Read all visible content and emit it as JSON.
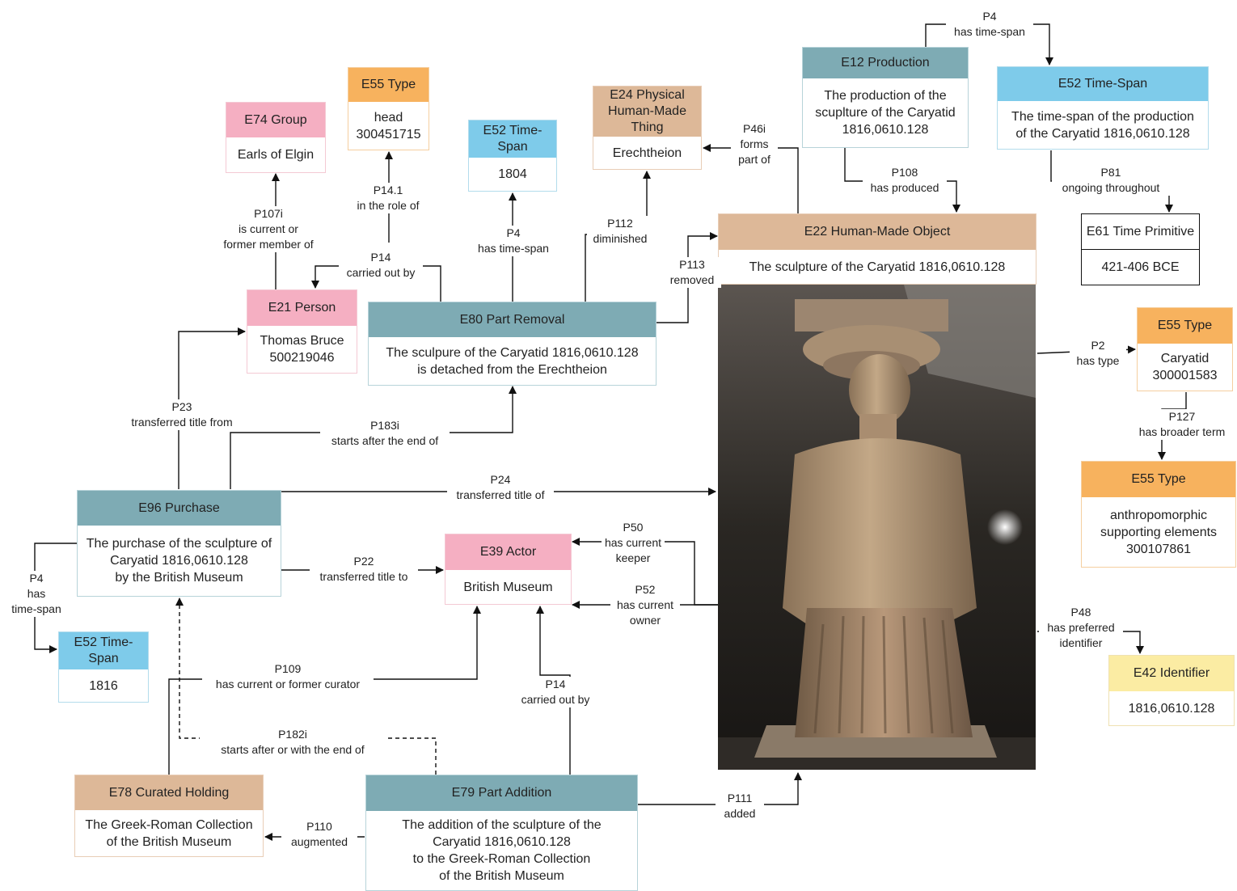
{
  "colors": {
    "teal": "#7eabb4",
    "tan": "#ddb898",
    "pink": "#f5afc2",
    "orange": "#f7b25e",
    "blue": "#7ecbea",
    "yellow": "#fbeca3",
    "white": "#ffffff"
  },
  "nodes": {
    "e74": {
      "type": "E74 Group",
      "text": "Earls of Elgin",
      "color": "pink"
    },
    "e55_head": {
      "type": "E55 Type",
      "text": "head\n300451715",
      "color": "orange"
    },
    "e52_1804": {
      "type": "E52 Time-\nSpan",
      "text": "1804",
      "color": "blue"
    },
    "e24": {
      "type": "E24 Physical\nHuman-Made\nThing",
      "text": "Erechtheion",
      "color": "tan"
    },
    "e12": {
      "type": "E12 Production",
      "text": "The production of  the\nscuplture of the Caryatid\n1816,0610.128",
      "color": "teal"
    },
    "e52_prod": {
      "type": "E52 Time-Span",
      "text": "The time-span of the production\nof the Caryatid 1816,0610.128",
      "color": "blue"
    },
    "e61": {
      "type": "E61 Time\nPrimitive",
      "text": "421-406 BCE",
      "color": "white"
    },
    "e22": {
      "type": "E22 Human-Made Object",
      "text": "The sculpture of the Caryatid 1816,0610.128",
      "color": "tan"
    },
    "e21": {
      "type": "E21 Person",
      "text": "Thomas Bruce\n500219046",
      "color": "pink"
    },
    "e80": {
      "type": "E80 Part Removal",
      "text": "The sculpure of the Caryatid 1816,0610.128\nis detached from the Erechtheion",
      "color": "teal"
    },
    "e55_caryatid": {
      "type": "E55 Type",
      "text": "Caryatid\n300001583",
      "color": "orange"
    },
    "e55_anthro": {
      "type": "E55 Type",
      "text": "anthropomorphic\nsupporting elements\n300107861",
      "color": "orange"
    },
    "e96": {
      "type": "E96 Purchase",
      "text": "The purchase of the sculpture of\nCaryatid 1816,0610.128\nby the British Museum",
      "color": "teal"
    },
    "e39": {
      "type": "E39 Actor",
      "text": "British Museum",
      "color": "pink"
    },
    "e52_1816": {
      "type": "E52 Time-\nSpan",
      "text": "1816",
      "color": "blue"
    },
    "e42": {
      "type": "E42 Identifier",
      "text": "1816,0610.128",
      "color": "yellow"
    },
    "e78": {
      "type": "E78 Curated Holding",
      "text": "The Greek-Roman Collection\nof the British Museum",
      "color": "tan"
    },
    "e79": {
      "type": "E79 Part Addition",
      "text": "The addition of the sculpture of the\nCaryatid 1816,0610.128\nto the Greek-Roman Collection\nof the British Museum",
      "color": "teal"
    }
  },
  "edges": {
    "p4_prod": "P4\nhas time-span",
    "p107i": "P107i\nis current or\nformer member of",
    "p14_1": "P14.1\nin the role of",
    "p14_removal": "P14\ncarried out by",
    "p4_removal": "P4\nhas time-span",
    "p112": "P112\ndiminished",
    "p46i": "P46i\nforms\npart of",
    "p108": "P108\nhas produced",
    "p81": "P81\nongoing throughout",
    "p113": "P113\nremoved",
    "p2": "P2\nhas type",
    "p127": "P127\nhas broader term",
    "p23": "P23\ntransferred title from",
    "p183i": "P183i\nstarts after the end of",
    "p24": "P24\ntransferred title of",
    "p50": "P50\nhas current\nkeeper",
    "p52": "P52\nhas current\nowner",
    "p22": "P22\ntransferred title to",
    "p4_purchase": "P4\nhas\ntime-span",
    "p48": "P48\nhas preferred\nidentifier",
    "p109": "P109\nhas current or former curator",
    "p14_addition": "P14\ncarried out by",
    "p182i": "P182i\nstarts after or with the end of",
    "p110": "P110\naugmented",
    "p111": "P111\nadded"
  }
}
